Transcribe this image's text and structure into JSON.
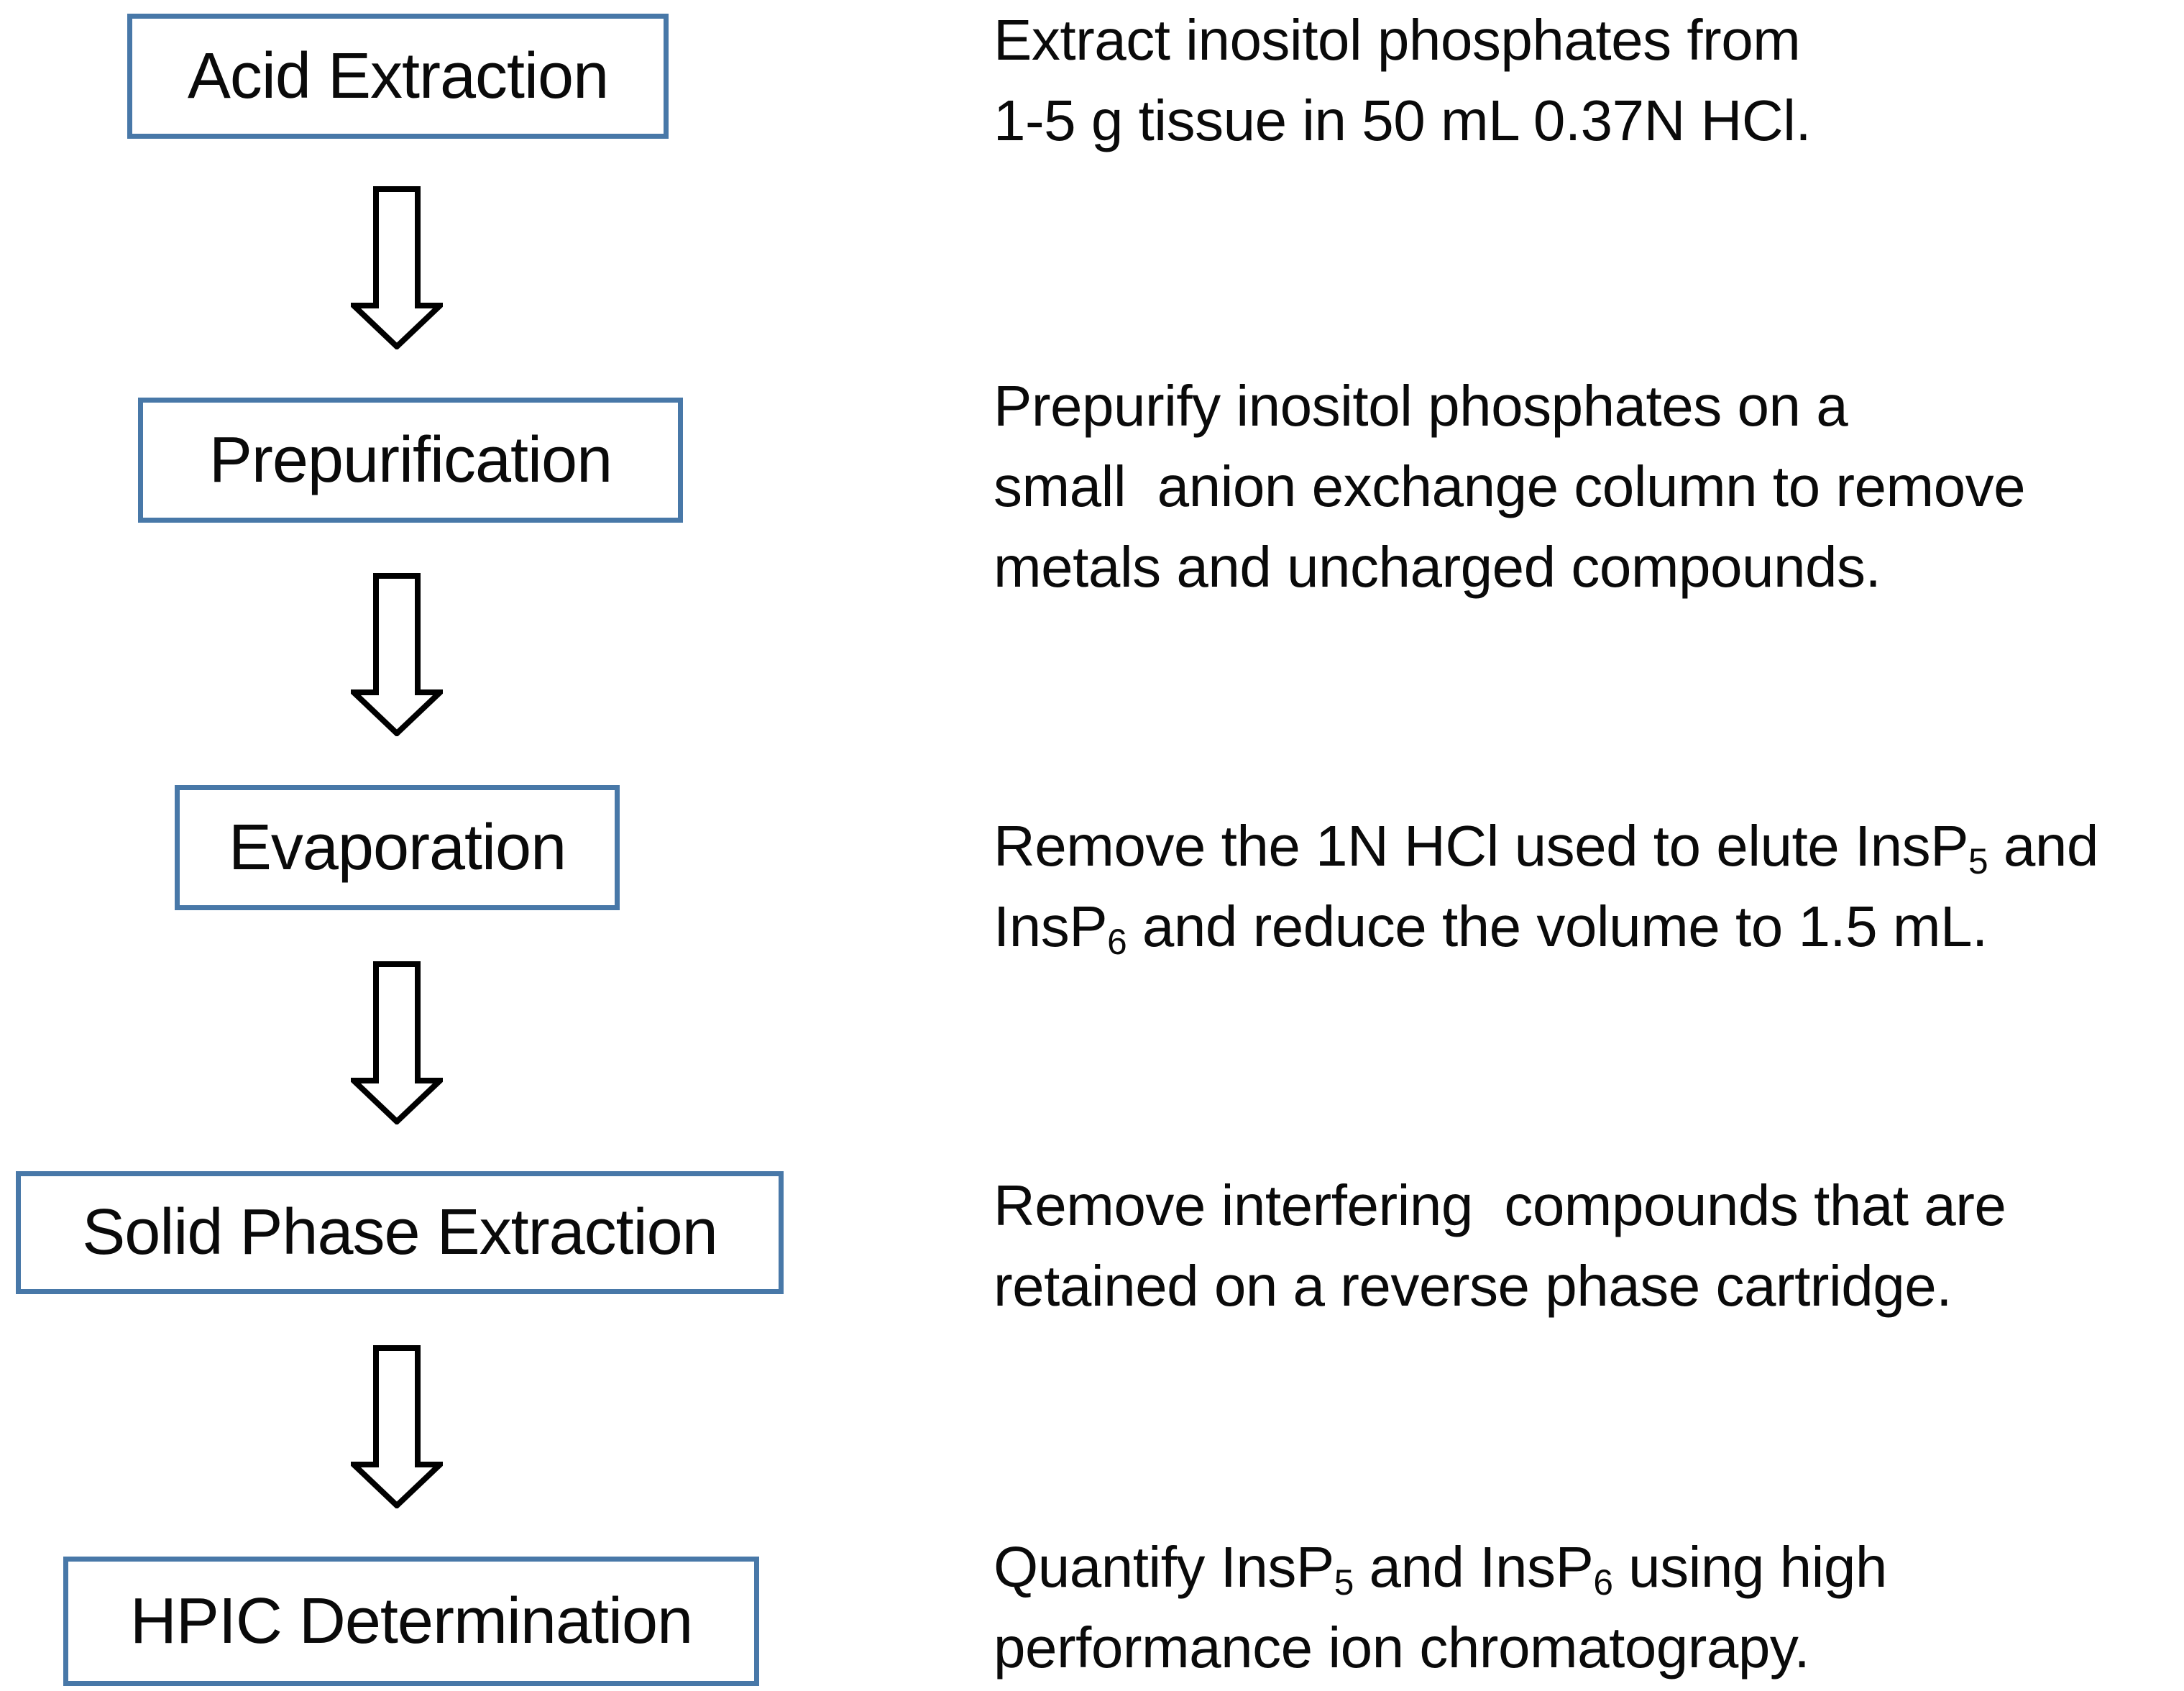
{
  "figure": {
    "type": "flowchart",
    "title": "Inositol phosphate analysis workflow"
  },
  "colors": {
    "box_border": "#4878A8",
    "box_fill": "#FFFFFF",
    "text_color": "#0A0A0A",
    "arrow_outline": "#000000",
    "arrow_fill": "#FFFFFF",
    "page_bg": "#FFFFFF"
  },
  "flow": {
    "steps": [
      {
        "label": "Acid Extraction",
        "desc": [
          [
            {
              "t": "Extract inositol phosphates from"
            }
          ],
          [
            {
              "t": "1-5 g tissue in 50 mL 0.37N HCl."
            }
          ]
        ]
      },
      {
        "label": "Prepurification",
        "desc": [
          [
            {
              "t": "Prepurify inositol phosphates on a"
            }
          ],
          [
            {
              "t": "small  anion exchange column to remove"
            }
          ],
          [
            {
              "t": "metals and uncharged compounds."
            }
          ]
        ]
      },
      {
        "label": "Evaporation",
        "desc": [
          [
            {
              "t": "Remove the 1N HCl used to elute InsP"
            },
            {
              "t": "5",
              "sub": true
            },
            {
              "t": " and"
            }
          ],
          [
            {
              "t": "InsP"
            },
            {
              "t": "6",
              "sub": true
            },
            {
              "t": " and reduce the volume to 1.5 mL."
            }
          ]
        ]
      },
      {
        "label": "Solid Phase Extraction",
        "desc": [
          [
            {
              "t": "Remove interfering  compounds that are"
            }
          ],
          [
            {
              "t": "retained on a reverse phase cartridge."
            }
          ]
        ]
      },
      {
        "label": "HPIC Determination",
        "desc": [
          [
            {
              "t": "Quantify InsP"
            },
            {
              "t": "5",
              "sub": true
            },
            {
              "t": " and InsP"
            },
            {
              "t": "6",
              "sub": true
            },
            {
              "t": " using high"
            }
          ],
          [
            {
              "t": "performance ion chromatograpy."
            }
          ]
        ]
      }
    ]
  }
}
